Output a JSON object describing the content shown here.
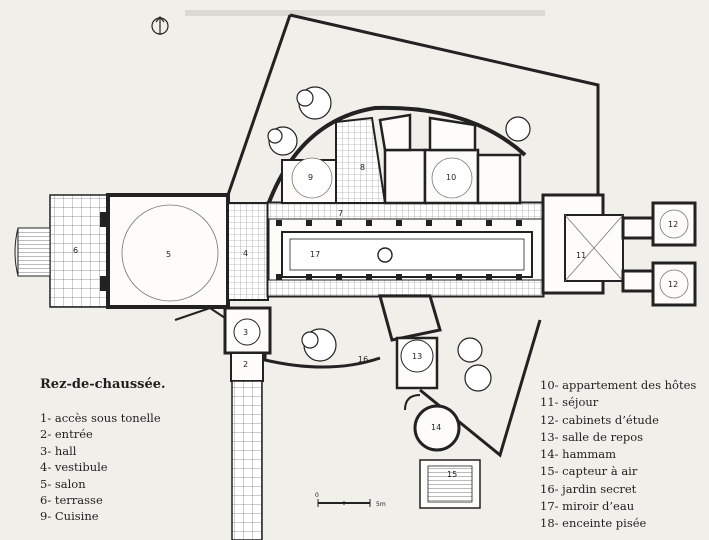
{
  "legend": {
    "title": "Rez-de-chaussée.",
    "left_items": [
      "1- accès sous tonelle",
      "2- entrée",
      "3- hall",
      "4- vestibule",
      "5- salon",
      "6- terrasse",
      "9- Cuisine"
    ],
    "right_items": [
      "10- appartement des hôtes",
      "11- séjour",
      "12- cabinets d’étude",
      "13- salle de repos",
      "14- hammam",
      "15- capteur à air",
      "16- jardin secret",
      "17- miroir d’eau",
      "18- enceinte pisée"
    ]
  },
  "room_numbers": {
    "r2": "2",
    "r3": "3",
    "r4": "4",
    "r5": "5",
    "r6": "6",
    "r7": "7",
    "r8": "8",
    "r9": "9",
    "r10": "10",
    "r11": "11",
    "r12a": "12",
    "r12b": "12",
    "r13": "13",
    "r14": "14",
    "r15": "15",
    "r16": "16",
    "r17": "17"
  },
  "scale": {
    "zero": "0",
    "max": "5m"
  },
  "colors": {
    "ink": "#222222",
    "paper": "#f1efe9",
    "grid": "#9a9a9a"
  }
}
